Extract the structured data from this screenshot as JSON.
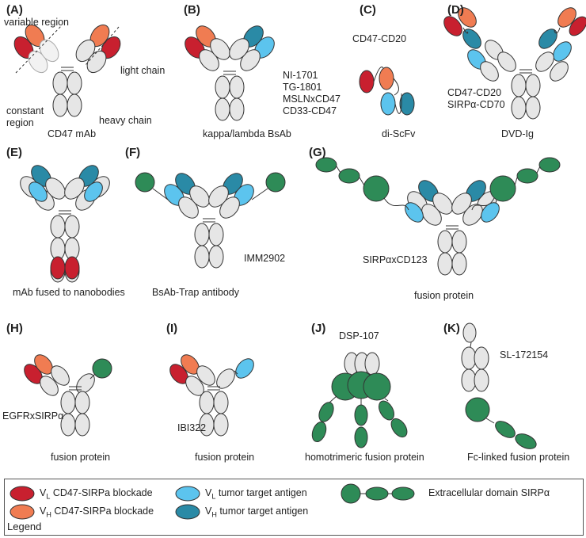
{
  "colors": {
    "vl_block": "#c8202f",
    "vh_block": "#f07c52",
    "vl_target": "#5cc4ee",
    "vh_target": "#2a8aa6",
    "sirpa": "#2e8b57",
    "constant": "#e6e6e6",
    "outline": "#333333"
  },
  "panels": [
    {
      "label": "(A)",
      "texts": [
        "variable region",
        "light chain",
        "constant region",
        "heavy chain"
      ],
      "caption": "CD47 mAb"
    },
    {
      "label": "(B)",
      "examples": [
        "NI-1701",
        "TG-1801",
        "MSLNxCD47",
        "CD33-CD47"
      ],
      "caption": "kappa/lambda BsAb"
    },
    {
      "label": "(C)",
      "examples": [
        "CD47-CD20"
      ],
      "caption": "di-ScFv"
    },
    {
      "label": "(D)",
      "examples": [
        "CD47-CD20",
        "SIRPα-CD70"
      ],
      "caption": "DVD-Ig"
    },
    {
      "label": "(E)",
      "caption": "mAb fused to nanobodies"
    },
    {
      "label": "(F)",
      "examples": [
        "IMM2902"
      ],
      "caption": "BsAb-Trap antibody"
    },
    {
      "label": "(G)",
      "examples": [
        "SIRPαxCD123"
      ],
      "caption": "fusion protein"
    },
    {
      "label": "(H)",
      "examples": [
        "EGFRxSIRPα"
      ],
      "caption": "fusion protein"
    },
    {
      "label": "(I)",
      "examples": [
        "IBI322"
      ],
      "caption": "fusion protein"
    },
    {
      "label": "(J)",
      "examples": [
        "DSP-107"
      ],
      "caption": "homotrimeric fusion protein"
    },
    {
      "label": "(K)",
      "examples": [
        "SL-172154"
      ],
      "caption": "Fc-linked fusion protein"
    }
  ],
  "legend": {
    "title": "Legend",
    "items": [
      {
        "prefix": "V",
        "sub": "L",
        "text": " CD47-SIRPa blockade",
        "icon": "vl-blockade-swatch"
      },
      {
        "prefix": "V",
        "sub": "H",
        "text": " CD47-SIRPa blockade",
        "icon": "vh-blockade-swatch"
      },
      {
        "prefix": "V",
        "sub": "L",
        "text": " tumor target antigen",
        "icon": "vl-target-swatch"
      },
      {
        "prefix": "V",
        "sub": "H",
        "text": " tumor target antigen",
        "icon": "vh-target-swatch"
      },
      {
        "prefix": "",
        "sub": "",
        "text": "Extracellular domain SIRPα",
        "icon": "sirpa-domain-swatch"
      }
    ]
  }
}
